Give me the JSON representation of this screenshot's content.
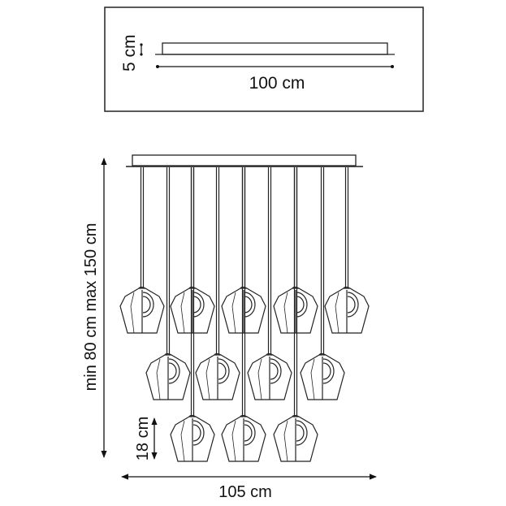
{
  "top_view": {
    "height_label": "5 cm",
    "width_label": "100 cm"
  },
  "front_view": {
    "height_label": "min 80 cm max 150 cm",
    "shade_height_label": "18 cm",
    "width_label": "105 cm",
    "shade_count": 12
  }
}
